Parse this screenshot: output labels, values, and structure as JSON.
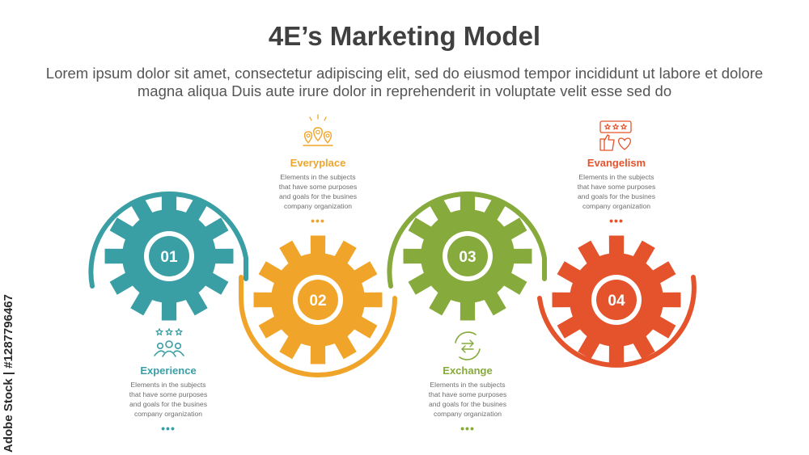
{
  "header": {
    "title": "4E’s Marketing Model",
    "subtitle": "Lorem ipsum dolor sit amet, consectetur adipiscing elit, sed do eiusmod tempor incididunt ut labore et dolore magna aliqua Duis aute irure dolor in reprehenderit in voluptate velit esse sed do"
  },
  "steps": [
    {
      "number": "01",
      "label": "Experience",
      "color": "#3a9ea5",
      "icon": "team-stars-icon",
      "desc": [
        "Elements in the subjects",
        "that have some purposes",
        "and goals for the  busines",
        "company organization"
      ]
    },
    {
      "number": "02",
      "label": "Everyplace",
      "color": "#f0a52a",
      "icon": "map-pins-icon",
      "desc": [
        "Elements in the subjects",
        "that have some purposes",
        "and goals for the  busines",
        "company organization"
      ]
    },
    {
      "number": "03",
      "label": "Exchange",
      "color": "#86aa3c",
      "icon": "exchange-arrows-icon",
      "desc": [
        "Elements in the subjects",
        "that have some purposes",
        "and goals for the  busines",
        "company organization"
      ]
    },
    {
      "number": "04",
      "label": "Evangelism",
      "color": "#e4532c",
      "icon": "rating-like-icon",
      "desc": [
        "Elements in the subjects",
        "that have some purposes",
        "and goals for the  busines",
        "company organization"
      ]
    }
  ],
  "watermark": "Adobe Stock | #1287796467"
}
